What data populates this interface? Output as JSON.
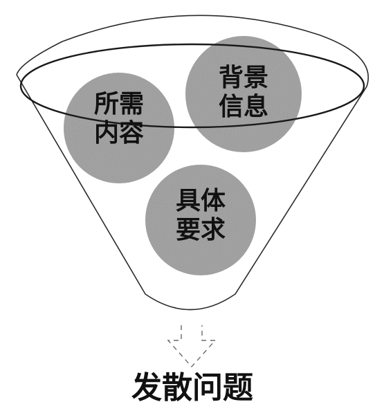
{
  "funnel": {
    "circles": [
      {
        "id": "required-content",
        "line1": "所需",
        "line2": "内容"
      },
      {
        "id": "background-info",
        "line1": "背景",
        "line2": "信息"
      },
      {
        "id": "specific-requirements",
        "line1": "具体",
        "line2": "要求"
      }
    ],
    "output_label": "发散问题"
  },
  "colors": {
    "circle_fill": "#9c9c9c",
    "funnel_stroke": "#2a2a2a",
    "text": "#111111",
    "arrow_stroke": "#6a6a6a"
  }
}
